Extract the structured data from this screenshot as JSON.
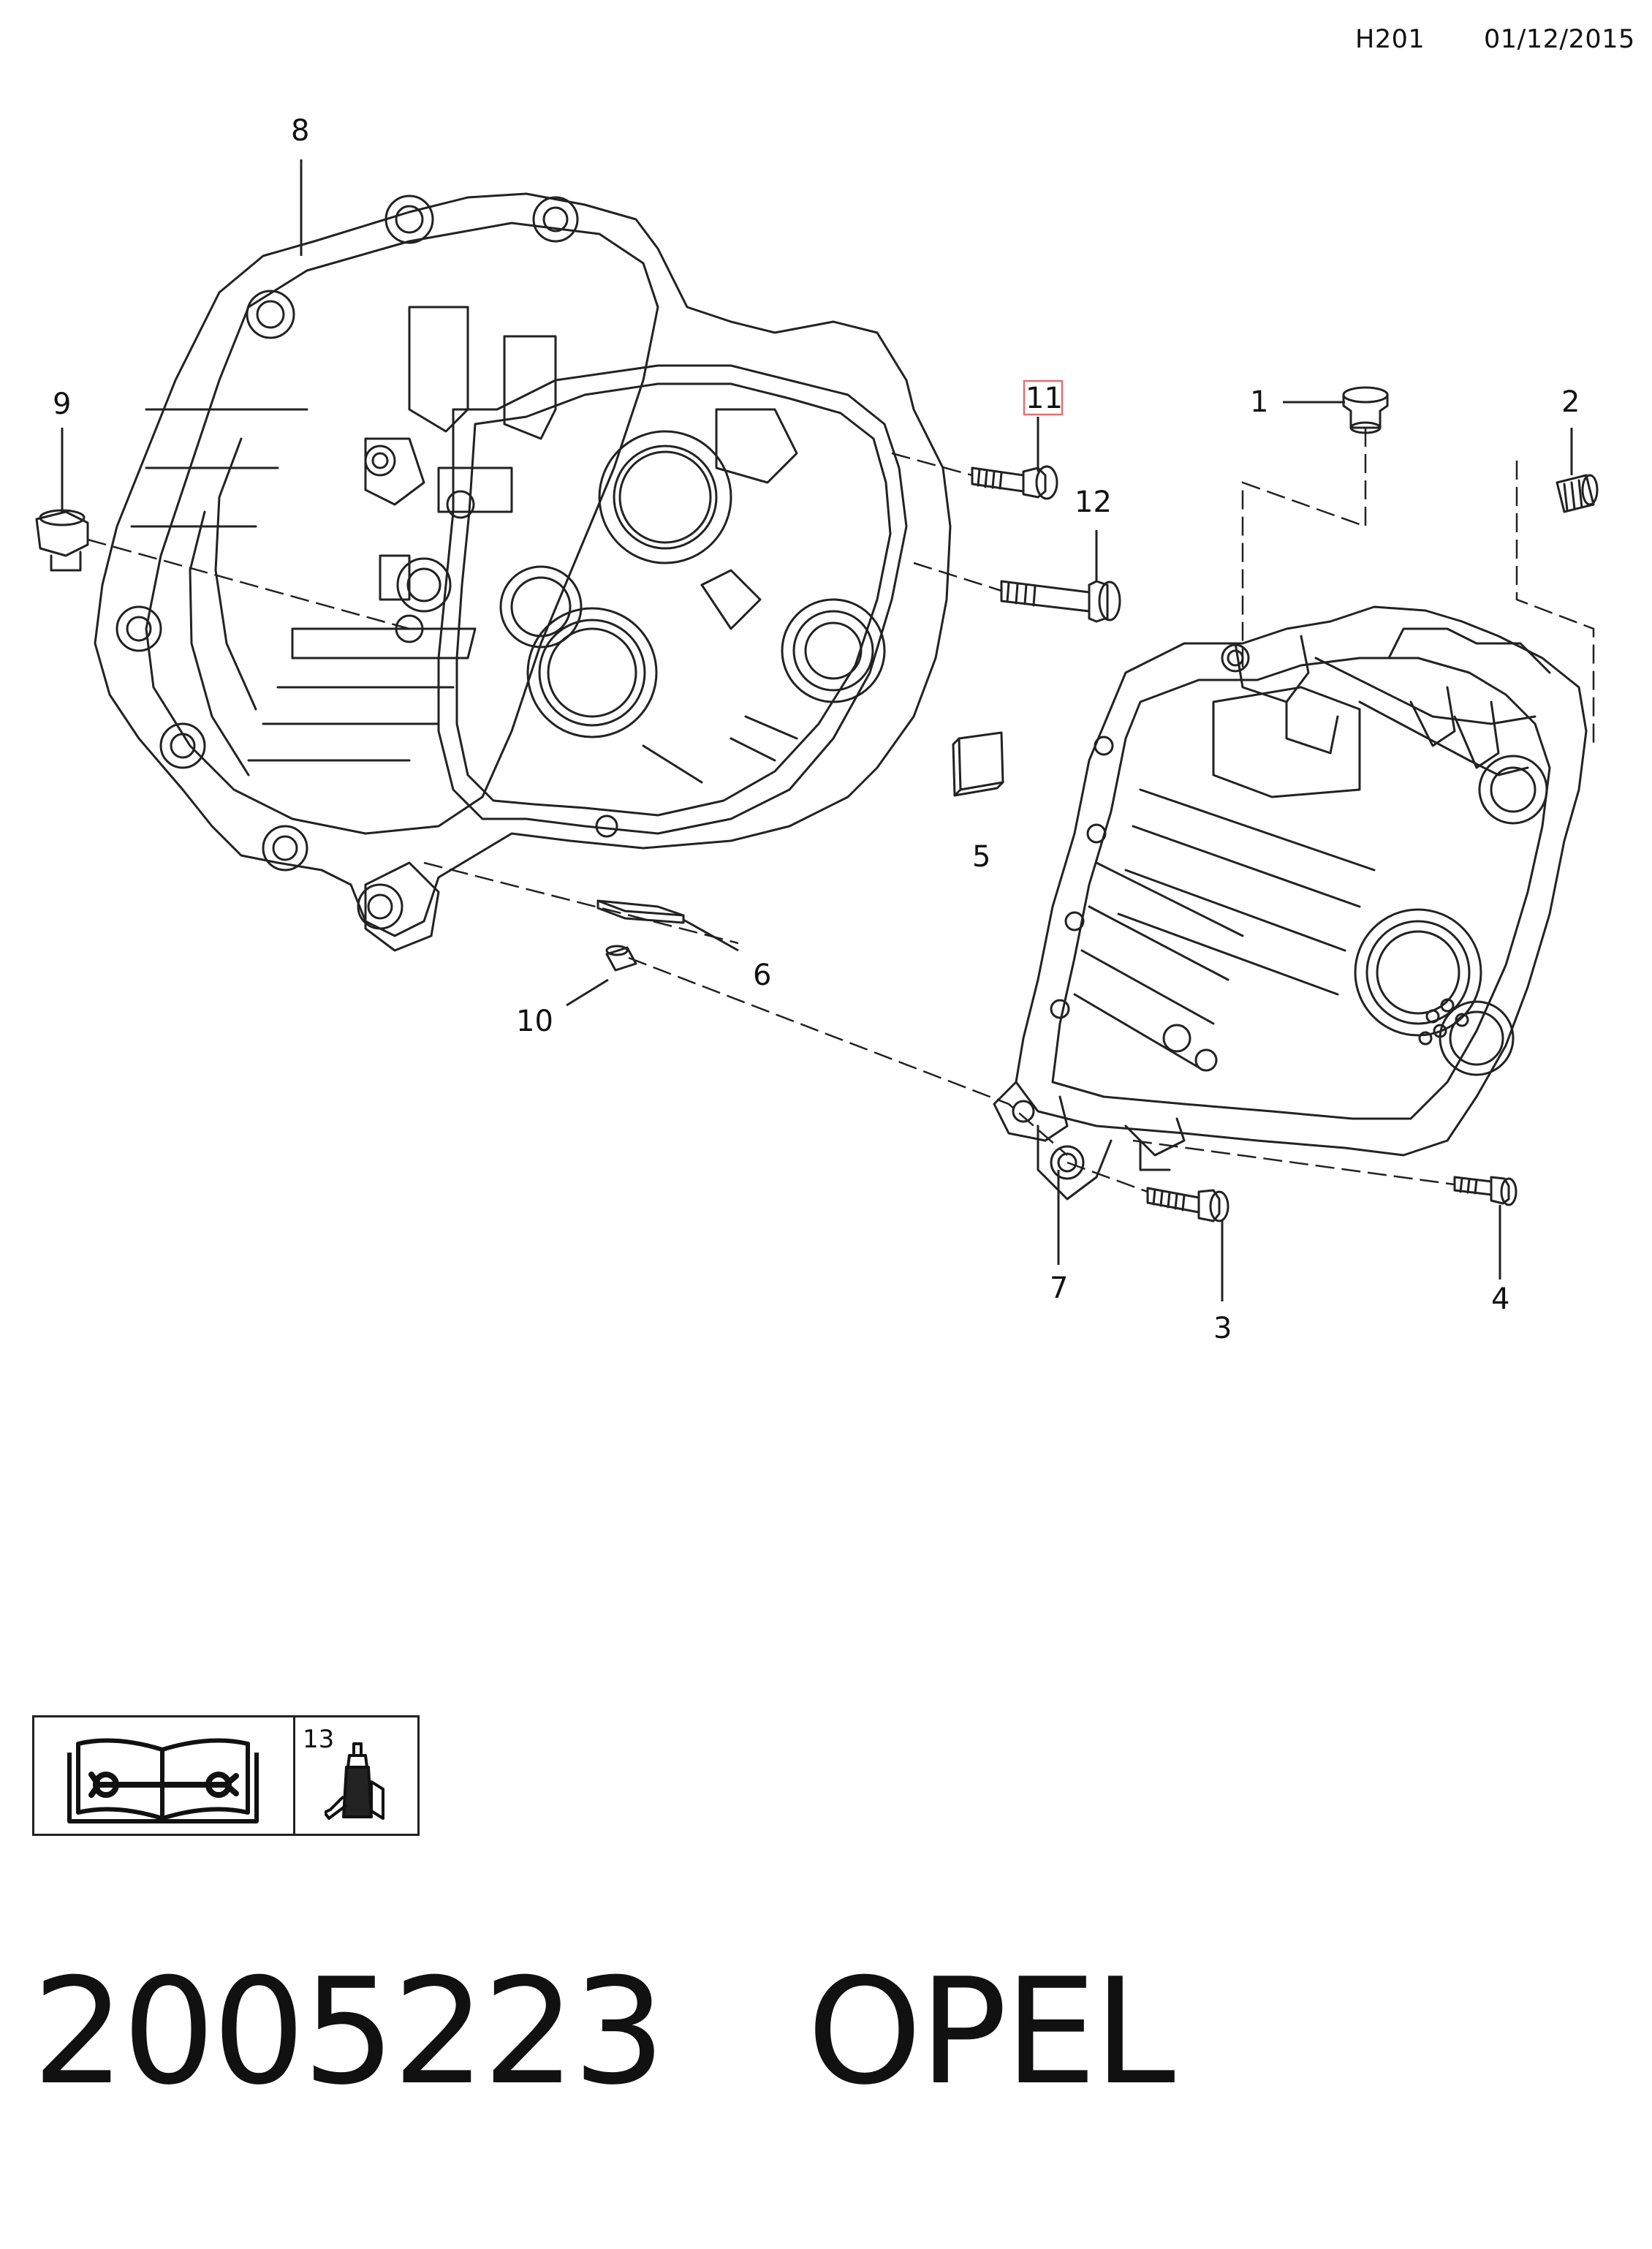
{
  "header": {
    "code": "H201",
    "date": "01/12/2015"
  },
  "callouts": {
    "c1": "1",
    "c2": "2",
    "c3": "3",
    "c4": "4",
    "c5": "5",
    "c6": "6",
    "c7": "7",
    "c8": "8",
    "c9": "9",
    "c10": "10",
    "c11": "11",
    "c12": "12"
  },
  "legend": {
    "item_number": "13",
    "book_icon": "repair-manual-icon",
    "tool_icon": "adhesive-applicator-icon"
  },
  "footer": {
    "part_number": "2005223",
    "brand": "OPEL"
  },
  "colors": {
    "line": "#222222",
    "highlight": "#e07070"
  }
}
